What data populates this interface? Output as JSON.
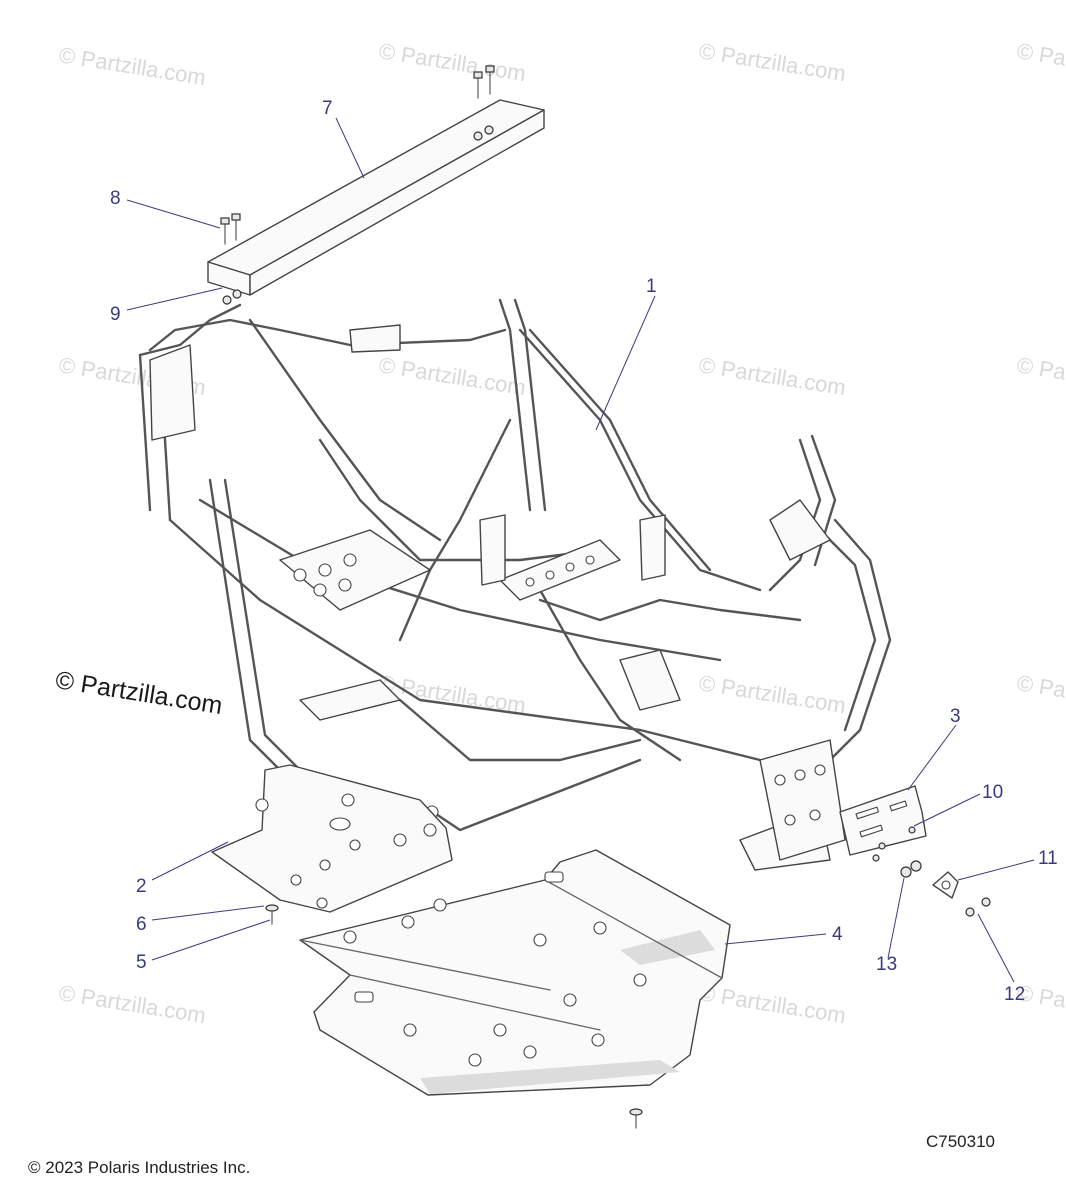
{
  "diagram": {
    "watermark_text": "© Partzilla.com",
    "brand_watermark": "© Partzilla.com",
    "copyright": "© 2023 Polaris Industries Inc.",
    "code": "C750310",
    "callouts": [
      "1",
      "2",
      "3",
      "4",
      "5",
      "6",
      "7",
      "8",
      "9",
      "10",
      "11",
      "12",
      "13"
    ],
    "colors": {
      "callout": "#3a3a80",
      "line": "#555555",
      "watermark": "#d8d8d8"
    }
  }
}
